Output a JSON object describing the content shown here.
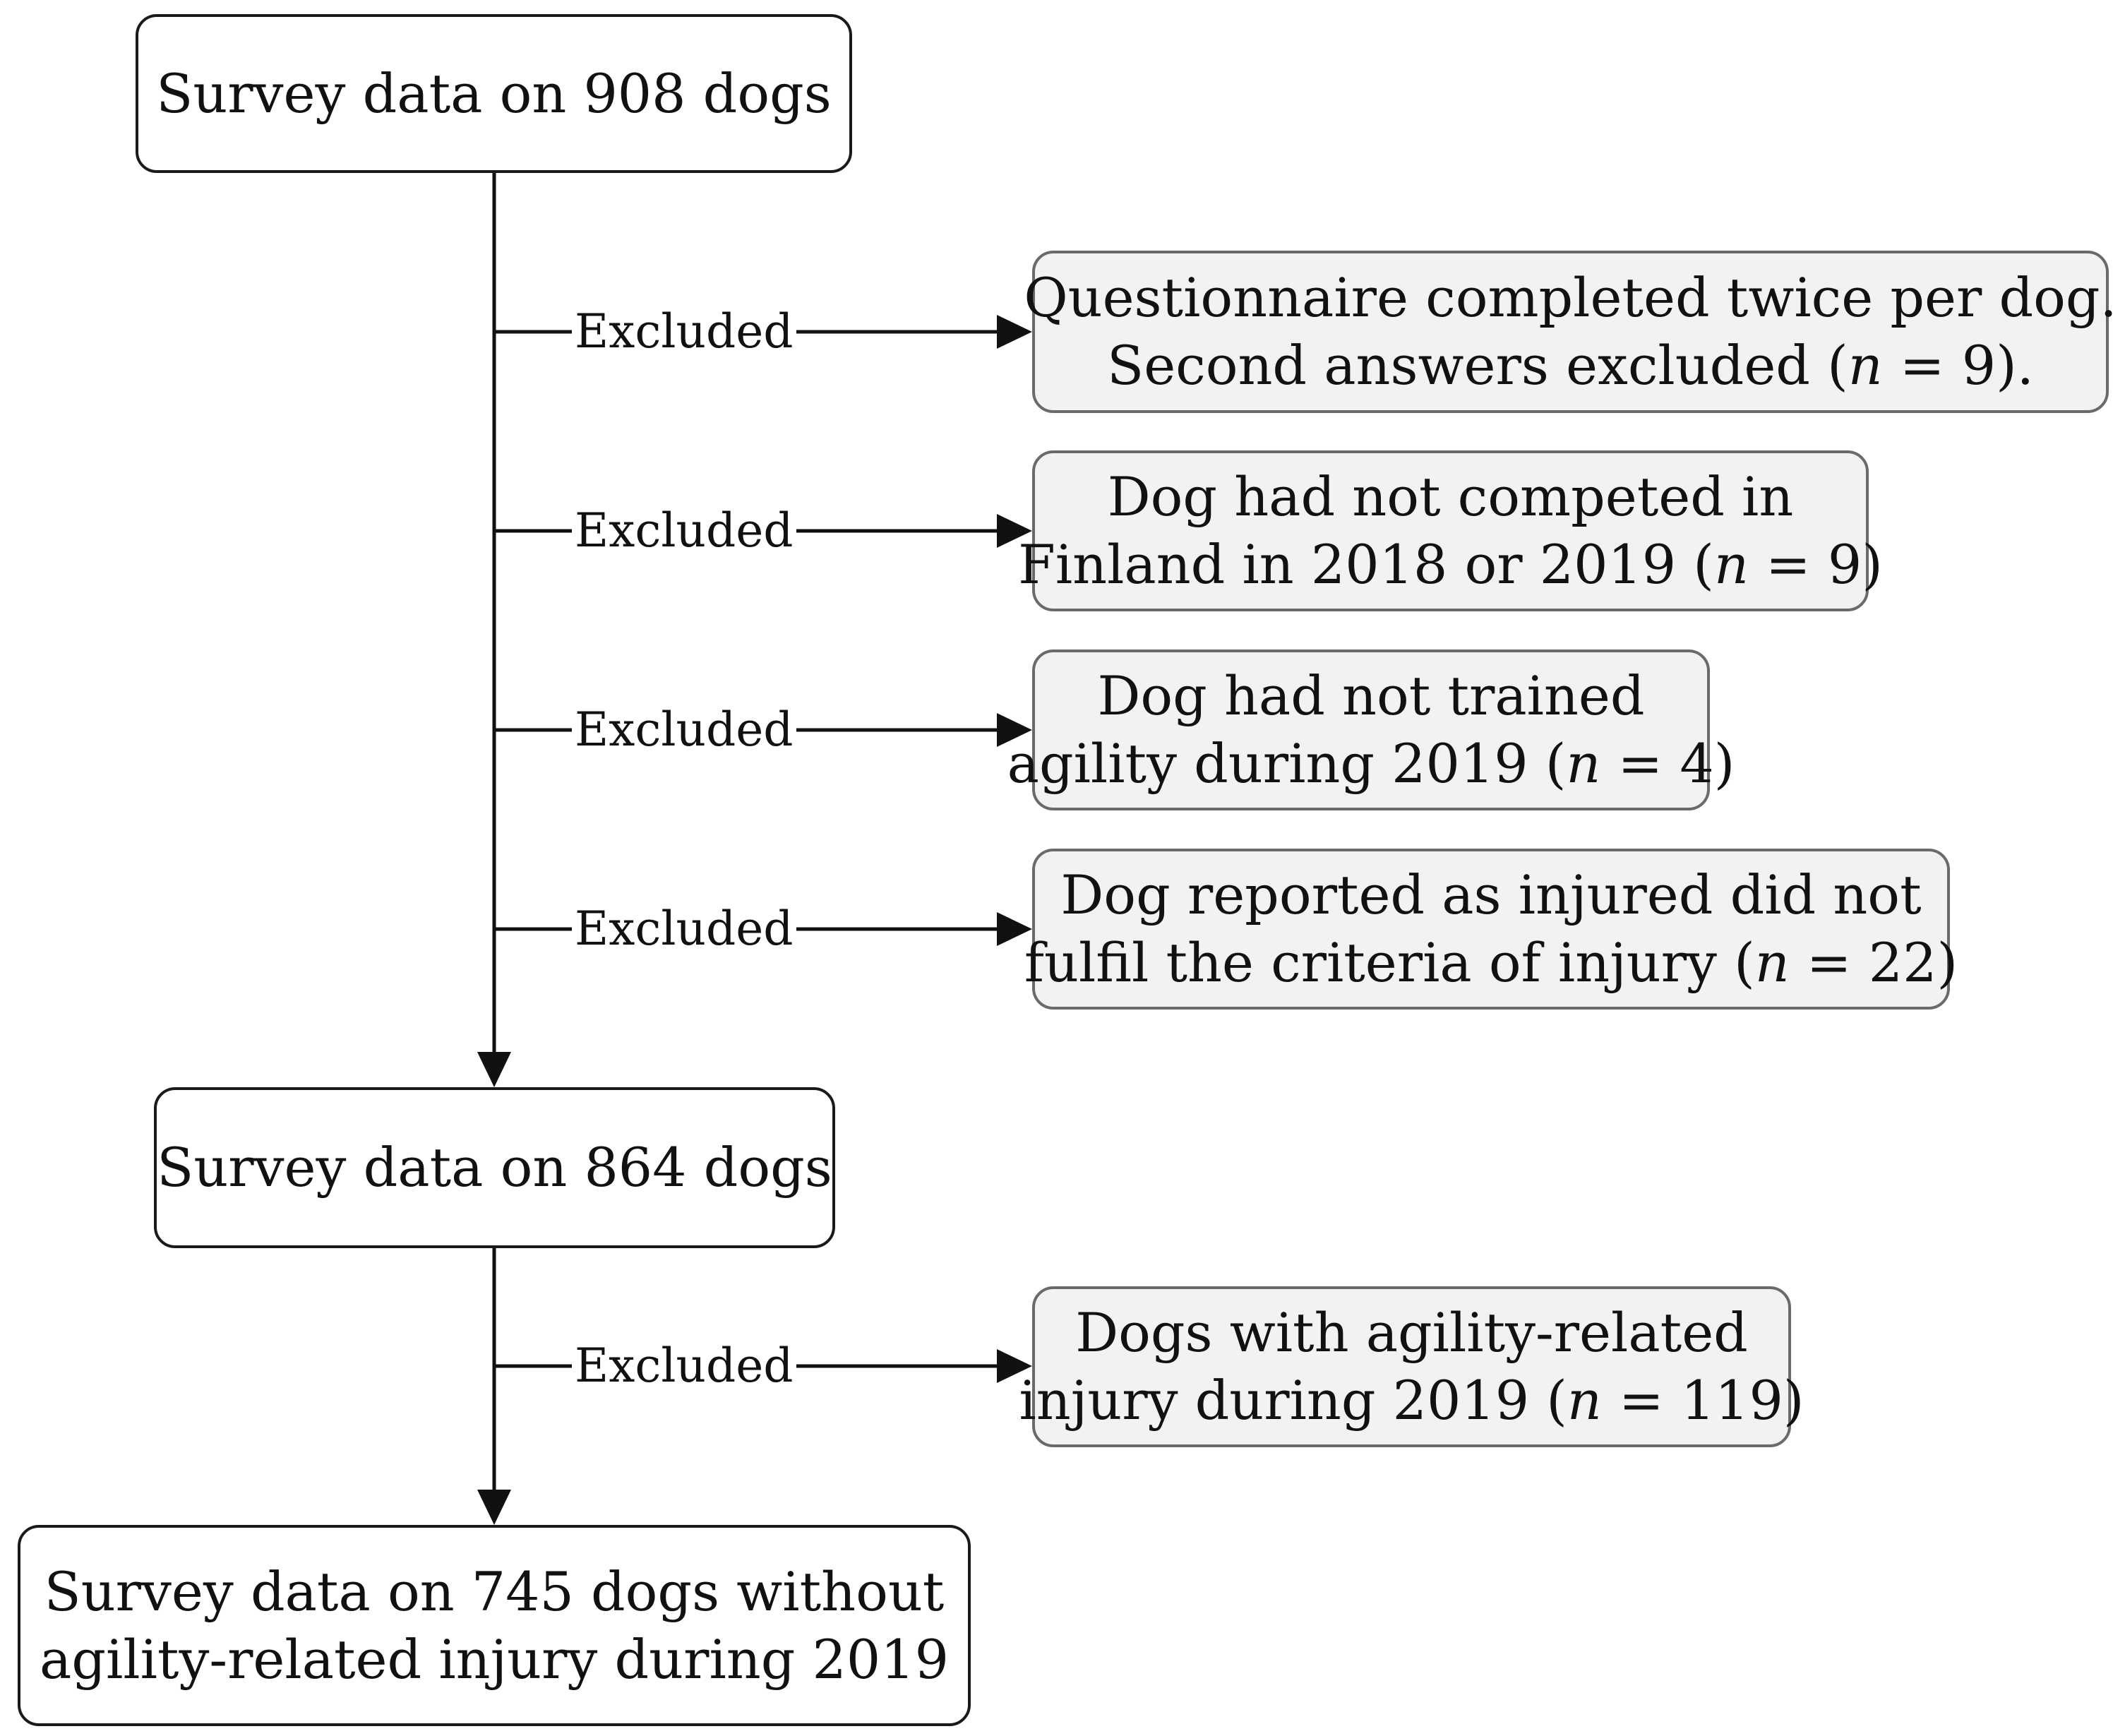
{
  "nodes": {
    "start": {
      "lines": [
        "Survey data on 908 dogs"
      ]
    },
    "mid": {
      "lines": [
        "Survey data on 864 dogs"
      ]
    },
    "final": {
      "lines": [
        "Survey data on 745 dogs without",
        "agility-related injury during 2019"
      ]
    },
    "excl1": {
      "line1": "Questionnaire completed twice per dog.",
      "line2_pre": "Second answers excluded (",
      "n": "n",
      "line2_post": " = 9)."
    },
    "excl2": {
      "line1": "Dog had not competed in",
      "line2_pre": "Finland in 2018 or 2019 (",
      "n": "n",
      "line2_post": " = 9)"
    },
    "excl3": {
      "line1": "Dog had not trained",
      "line2_pre": "agility during 2019 (",
      "n": "n",
      "line2_post": " = 4)"
    },
    "excl4": {
      "line1": "Dog reported as injured did not",
      "line2_pre": "fulfil the criteria of injury (",
      "n": "n",
      "line2_post": " = 22)"
    },
    "excl5": {
      "line1": "Dogs with agility-related",
      "line2_pre": "injury during 2019 (",
      "n": "n",
      "line2_post": " = 119)"
    }
  },
  "edge_label": "Excluded",
  "colors": {
    "line": "#111111",
    "box_border": "#1a1a1a",
    "excl_border": "#6a6a6a",
    "excl_fill": "#f2f2f2"
  }
}
